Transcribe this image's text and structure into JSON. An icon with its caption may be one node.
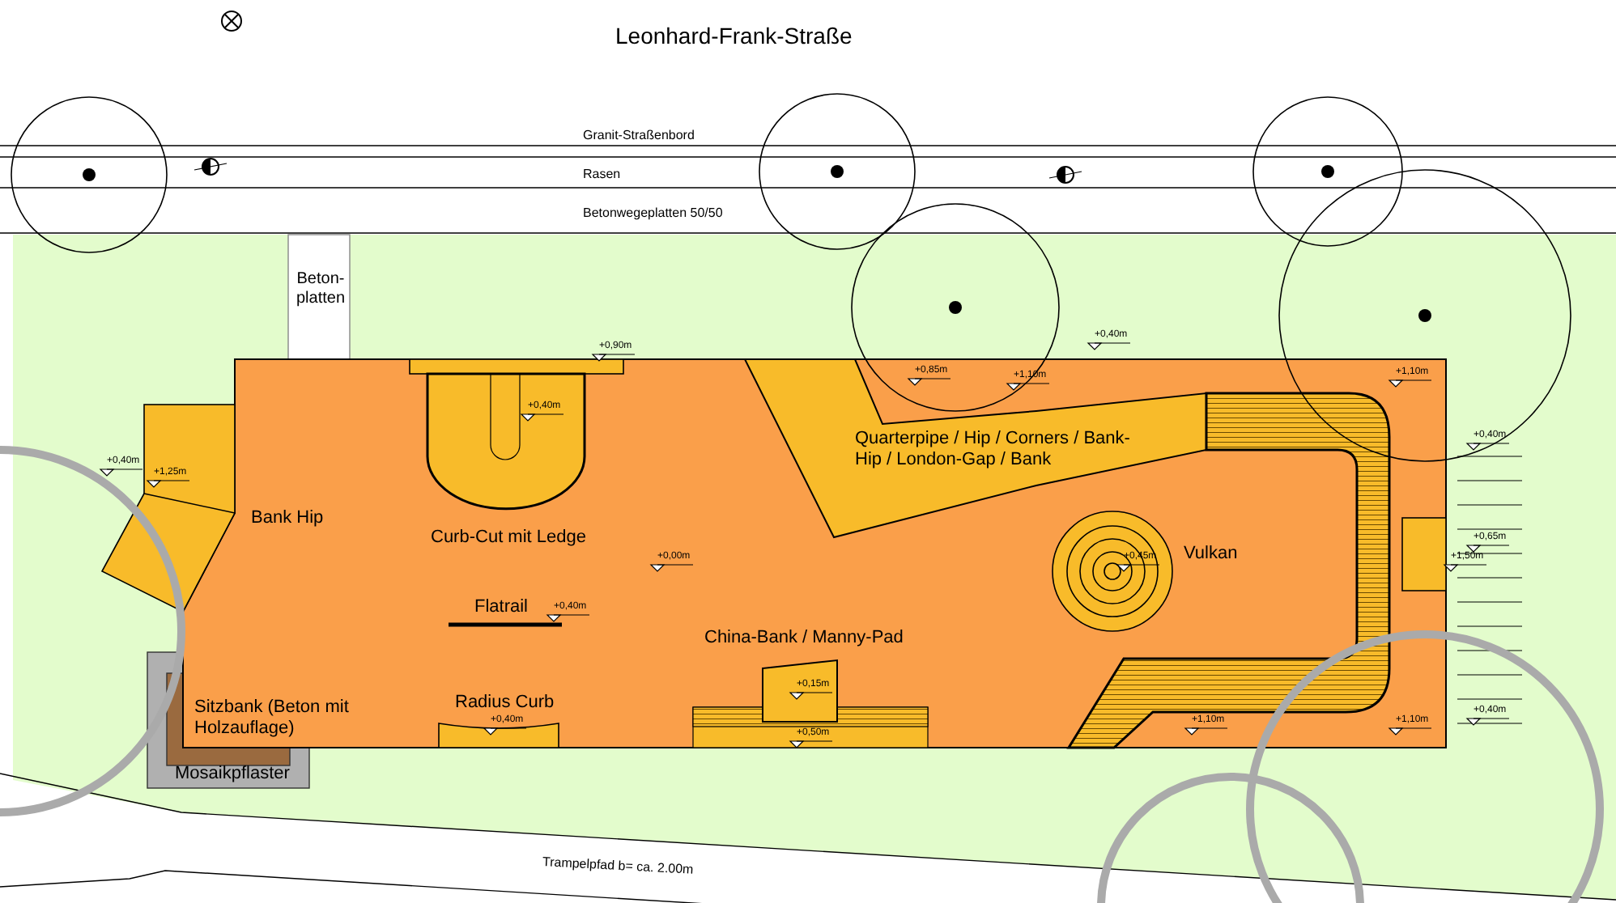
{
  "diagram": {
    "title": "Leonhard-Frank-Straße",
    "labels": [
      "Granit-Straßenbord",
      "Rasen",
      "Betonwegeplatten 50/50",
      "Beton- platten",
      "+0,90m",
      "+0,40m",
      "+0,85m",
      "+1,10m",
      "+1,10m",
      "+0,40m",
      "+1,25m",
      "+0,40m",
      "Quarterpipe / Hip / Corners / Bank-Hip / London-Gap / Bank",
      "+0,40m",
      "Bank Hip",
      "Curb-Cut mit Ledge",
      "+0,65m",
      "+0,00m",
      "Vulkan",
      "+0,45m",
      "+1,50m",
      "Flatrail",
      "+0,40m",
      "China-Bank / Manny-Pad",
      "+0,15m",
      "Sitzbank (Beton mit Holzauflage)",
      "Radius Curb",
      "+0,40m",
      "+0,50m",
      "+1,10m",
      "+1,10m",
      "+0,40m",
      "Mosaikpflaster",
      "Trampelpfad b= ca. 2.00m"
    ]
  }
}
